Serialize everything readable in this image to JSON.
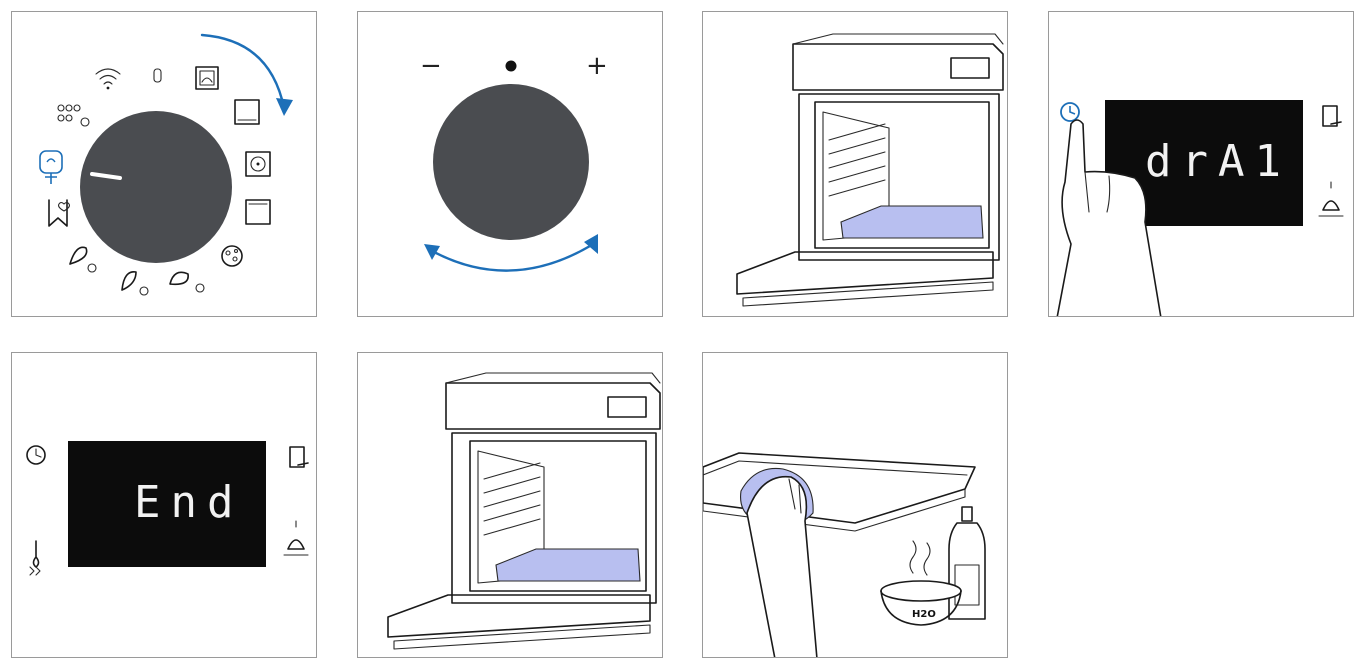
{
  "panels": [
    {
      "id": "p1",
      "description_name": "function-knob-step"
    },
    {
      "id": "p2",
      "description_name": "adjust-knob-step"
    },
    {
      "id": "p3",
      "description_name": "oven-tray-step"
    },
    {
      "id": "p4",
      "description_name": "display-touch-step"
    },
    {
      "id": "p5",
      "description_name": "end-display-step"
    },
    {
      "id": "p6",
      "description_name": "oven-tray-step-2"
    },
    {
      "id": "p7",
      "description_name": "wipe-tray-step"
    }
  ],
  "knob2": {
    "minus": "−",
    "plus": "+"
  },
  "display1": {
    "text": "drA1"
  },
  "display2": {
    "text": "End"
  },
  "bowl": {
    "label": "H2O"
  },
  "colors": {
    "accent": "#1d6fb8",
    "knob": "#4a4c50",
    "lcd": "#0c0c0c",
    "pan": "#b8bff0"
  },
  "icons": [
    "wifi-icon",
    "bluetooth-icon",
    "clock-icon",
    "light-icon",
    "thermometer-icon",
    "door-icon"
  ]
}
